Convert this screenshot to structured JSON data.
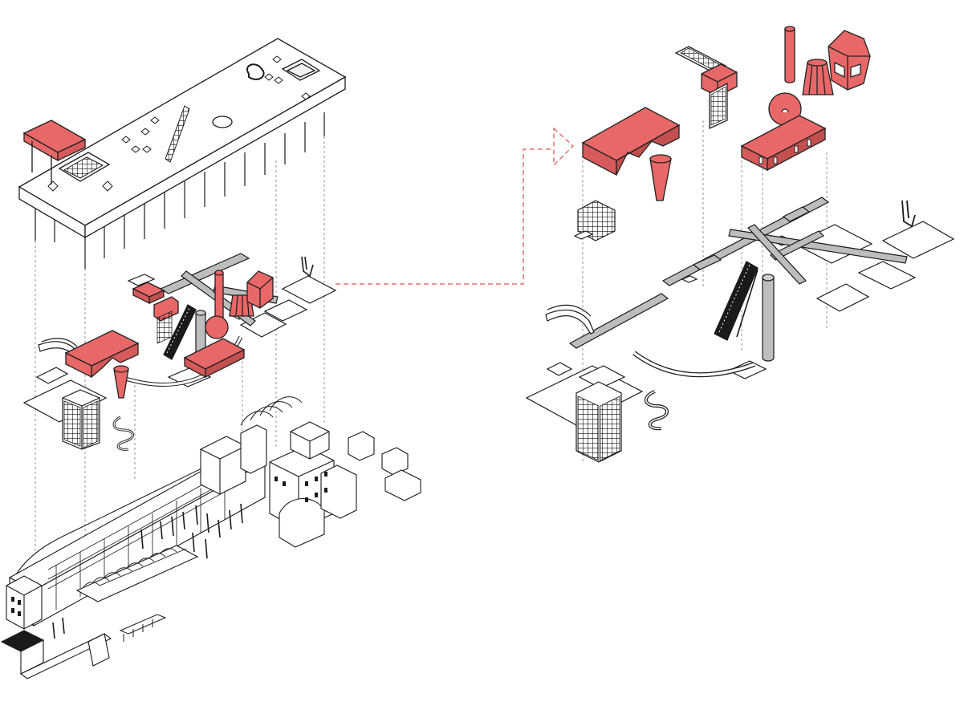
{
  "diagram": {
    "style": "axonometric exploded drawing",
    "colors": {
      "ink": "#1a1a1a",
      "accent": "#e86767",
      "accent_stroke": "#222222",
      "paper": "#ffffff",
      "guide": "#888888",
      "connector": "#e05555"
    },
    "groups": [
      {
        "name": "roof-slab"
      },
      {
        "name": "intervention-layer"
      },
      {
        "name": "ground-buildings"
      },
      {
        "name": "enlarged-intervention-layer"
      },
      {
        "name": "red-connector-arrow"
      }
    ]
  }
}
